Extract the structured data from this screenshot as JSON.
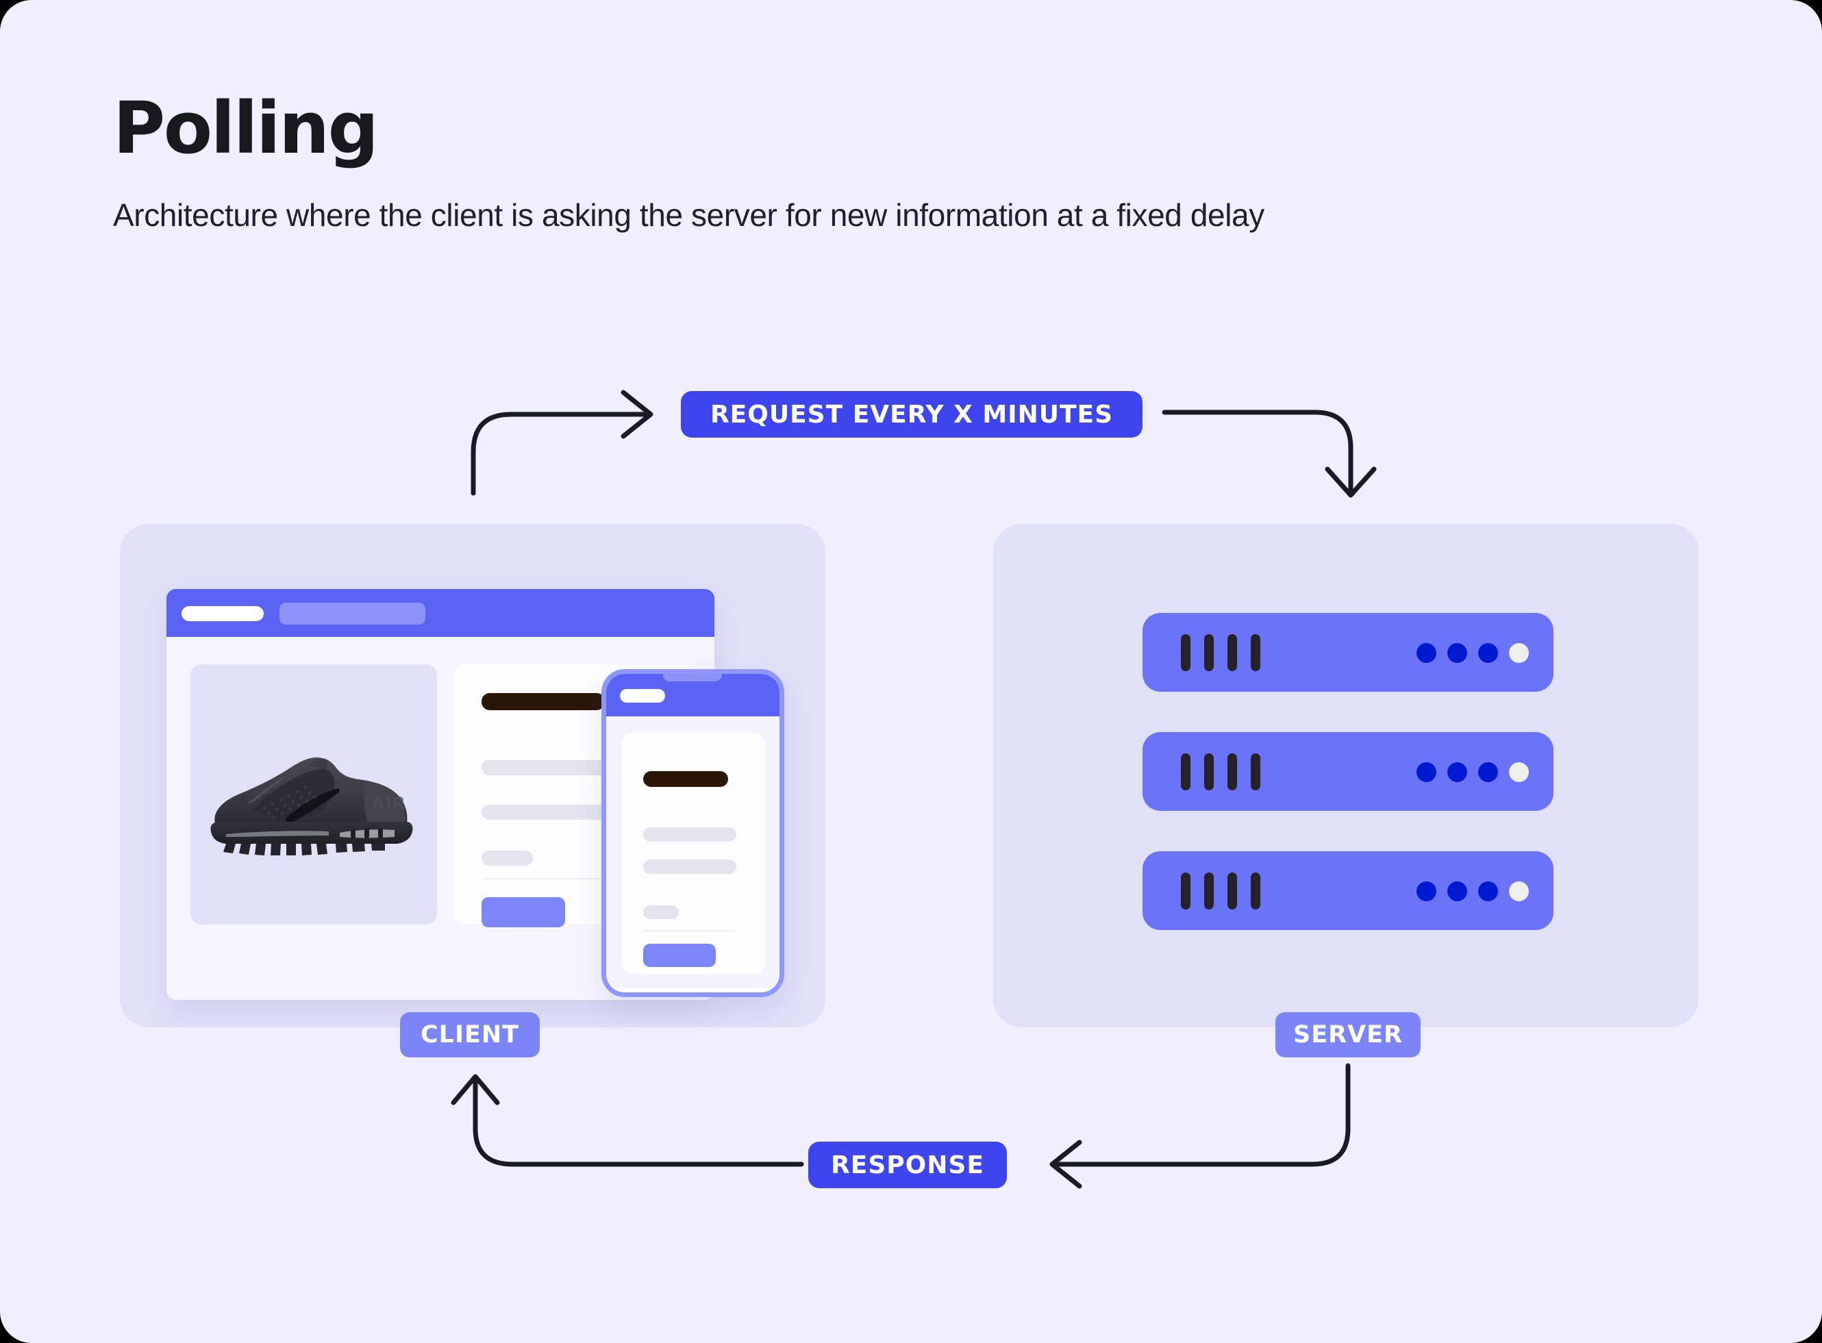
{
  "header": {
    "title": "Polling",
    "subtitle": "Architecture where the client is asking the server for new information at a fixed delay"
  },
  "badges": {
    "request": "REQUEST EVERY X MINUTES",
    "response": "RESPONSE",
    "client": "CLIENT",
    "server": "SERVER"
  },
  "colors": {
    "canvas_background": "#F1EFFD",
    "panel_background": "#E0E0F8",
    "badge_primary": "#3F45ED",
    "badge_secondary": "#7C85F5",
    "accent_blue": "#5B63F5",
    "rack_blue": "#6B74F8",
    "dot_blue": "#0018D0",
    "dot_white": "#EFEFEF",
    "title_text": "#18181F",
    "arrow_stroke": "#1B1B26",
    "card_title_bar": "#2B1608",
    "placeholder_gray": "#E4E3EE"
  },
  "client": {
    "browser": {
      "titlebar_pills": [
        "url-pill",
        "tab-pill"
      ],
      "product_image_alt": "black-running-shoe",
      "card": {
        "title_placeholder": "product-title",
        "text_lines": [
          "line-long",
          "line-long",
          "line-short"
        ],
        "button_placeholder": "buy-button"
      }
    },
    "phone": {
      "header_pill": "status-pill",
      "card": {
        "title_placeholder": "product-title",
        "text_lines": [
          "line-long",
          "line-long",
          "line-short"
        ],
        "button_placeholder": "buy-button"
      }
    }
  },
  "server": {
    "rack_units": [
      {
        "slots": 4,
        "dots": [
          "blue",
          "blue",
          "blue",
          "white"
        ]
      },
      {
        "slots": 4,
        "dots": [
          "blue",
          "blue",
          "blue",
          "white"
        ]
      },
      {
        "slots": 4,
        "dots": [
          "blue",
          "blue",
          "blue",
          "white"
        ]
      }
    ]
  },
  "flow": {
    "arrows": [
      {
        "name": "client-to-request",
        "direction": "right"
      },
      {
        "name": "request-to-server",
        "direction": "down"
      },
      {
        "name": "server-to-response",
        "direction": "left"
      },
      {
        "name": "response-to-client",
        "direction": "up"
      }
    ]
  }
}
